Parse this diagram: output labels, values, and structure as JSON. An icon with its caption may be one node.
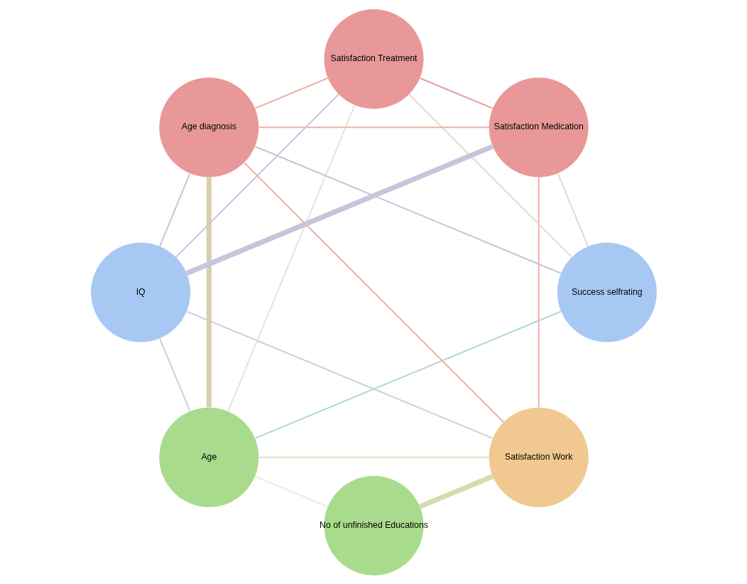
{
  "diagram": {
    "nodes": [
      {
        "text": [
          "No of unfinished Educations"
        ]
      },
      {
        "text": [
          "Age"
        ]
      },
      {
        "text": [
          "Satisfaction Work"
        ]
      },
      {
        "text": [
          "Success selfrating"
        ]
      },
      {
        "text": [
          "Age diagnosis"
        ]
      },
      {
        "text": [
          "IQ"
        ]
      },
      {
        "text": [
          "Satisfaction Treatment"
        ]
      },
      {
        "text": [
          "Satisfaction Medication"
        ]
      }
    ],
    "edges": [
      {
        "from": 1,
        "to": 4,
        "arrow": "none",
        "style": "thick",
        "color": "#d8cfb0"
      },
      {
        "from": 0,
        "to": 2,
        "arrow": "none",
        "style": "thick",
        "color": "#d4dcb0"
      },
      {
        "from": 3,
        "to": 4,
        "arrow": "none",
        "color": "#c8c4dc"
      },
      {
        "from": 6,
        "to": 5,
        "arrow": "none",
        "color": "#c8c4dc"
      },
      {
        "from": 5,
        "to": 7,
        "arrow": "none",
        "style": "thick",
        "color": "#c8c4dc"
      },
      {
        "from": 6,
        "to": 7,
        "arrow": "none",
        "color": "#e8a0a0"
      },
      {
        "from": 4,
        "to": 6,
        "arrow": "none",
        "color": "#f0b0a8"
      },
      {
        "from": 4,
        "to": 7,
        "arrow": "none",
        "color": "#f0b0a8"
      },
      {
        "from": 4,
        "to": 2,
        "arrow": "none",
        "color": "#f0b0a8"
      },
      {
        "from": 2,
        "to": 7,
        "arrow": "none",
        "color": "#f0b0a8"
      },
      {
        "from": 2,
        "to": 5,
        "arrow": "none",
        "color": "#d0d0dc"
      },
      {
        "from": 1,
        "to": 3,
        "arrow": "none",
        "color": "#b0d8d0"
      },
      {
        "from": 1,
        "to": 2,
        "arrow": "none",
        "color": "#d8e4c0"
      },
      {
        "from": 1,
        "to": 5,
        "arrow": "none",
        "color": "#d0d0dc"
      },
      {
        "from": 4,
        "to": 5,
        "arrow": "none",
        "color": "#c8c4dc"
      },
      {
        "from": 3,
        "to": 6,
        "arrow": "none",
        "color": "#e4d8d8"
      },
      {
        "from": 3,
        "to": 7,
        "arrow": "none",
        "color": "#e4d8d8"
      },
      {
        "from": 1,
        "to": 6,
        "arrow": "none",
        "color": "#e4e4d8"
      },
      {
        "from": 0,
        "to": 1,
        "arrow": "none",
        "color": "#eaeee0"
      }
    ]
  }
}
